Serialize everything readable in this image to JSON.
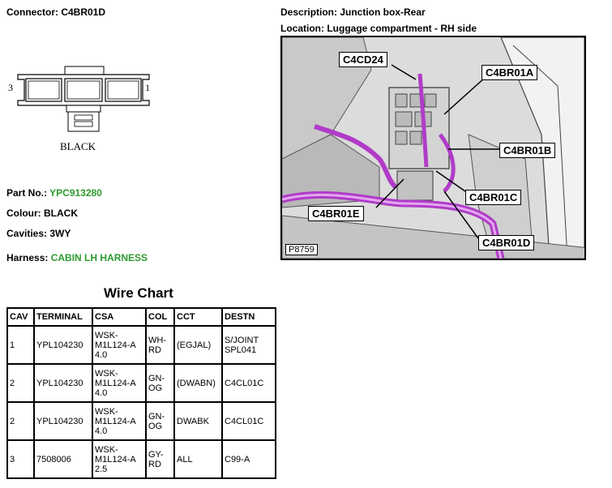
{
  "header": {
    "connector": "Connector: C4BR01D",
    "description": "Description: Junction box-Rear",
    "location": "Location: Luggage compartment - RH side"
  },
  "connector_diagram": {
    "left_pin": "3",
    "right_pin": "1",
    "color_label": "BLACK"
  },
  "details": {
    "part_no_label": "Part No.:",
    "part_no_value": "YPC913280",
    "colour": "Colour: BLACK",
    "cavities": "Cavities: 3WY",
    "harness_label": "Harness:",
    "harness_value": "CABIN LH HARNESS"
  },
  "photo": {
    "tag": "P8759",
    "callouts": [
      "C4CD24",
      "C4BR01A",
      "C4BR01B",
      "C4BR01C",
      "C4BR01E",
      "C4BR01D"
    ]
  },
  "wire_chart": {
    "title": "Wire Chart",
    "headers": [
      "CAV",
      "TERMINAL",
      "CSA",
      "COL",
      "CCT",
      "DESTN"
    ],
    "rows": [
      [
        "1",
        "YPL104230",
        "WSK-\nM1L124-A\n4.0",
        "WH-\nRD",
        "(EGJAL)",
        "S/JOINT\nSPL041"
      ],
      [
        "2",
        "YPL104230",
        "WSK-\nM1L124-A\n4.0",
        "GN-\nOG",
        "(DWABN)",
        "C4CL01C"
      ],
      [
        "2",
        "YPL104230",
        "WSK-\nM1L124-A\n4.0",
        "GN-\nOG",
        "DWABK",
        "C4CL01C"
      ],
      [
        "3",
        "7508006",
        "WSK-\nM1L124-A\n2.5",
        "GY-\nRD",
        "ALL",
        "C99-A"
      ]
    ]
  },
  "colors": {
    "accent_green": "#2e9a2e",
    "harness_magenta": "#b03cc8"
  }
}
